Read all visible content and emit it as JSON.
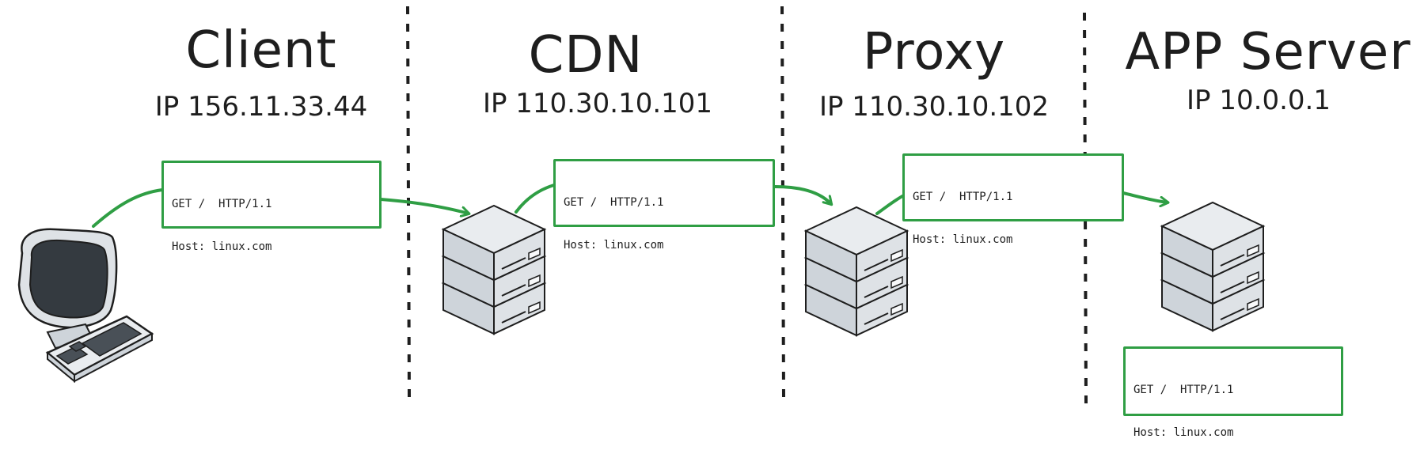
{
  "columns": [
    {
      "title": "Client",
      "ip": "IP 156.11.33.44"
    },
    {
      "title": "CDN",
      "ip": "IP 110.30.10.101"
    },
    {
      "title": "Proxy",
      "ip": "IP 110.30.10.102"
    },
    {
      "title": "APP Server",
      "ip": "IP 10.0.0.1"
    }
  ],
  "requests": [
    {
      "line1": "GET /  HTTP/1.1",
      "line2": "Host: linux.com"
    },
    {
      "line1": "GET /  HTTP/1.1",
      "line2": "Host: linux.com"
    },
    {
      "line1": "GET /  HTTP/1.1",
      "line2": "Host: linux.com"
    },
    {
      "line1": "GET /  HTTP/1.1",
      "line2": "Host: linux.com"
    }
  ],
  "colors": {
    "arrow": "#2f9e44",
    "server": "#ced4da",
    "stroke": "#1e1e1e",
    "screen": "#343a40"
  },
  "icons": [
    "computer-icon",
    "server-icon"
  ]
}
